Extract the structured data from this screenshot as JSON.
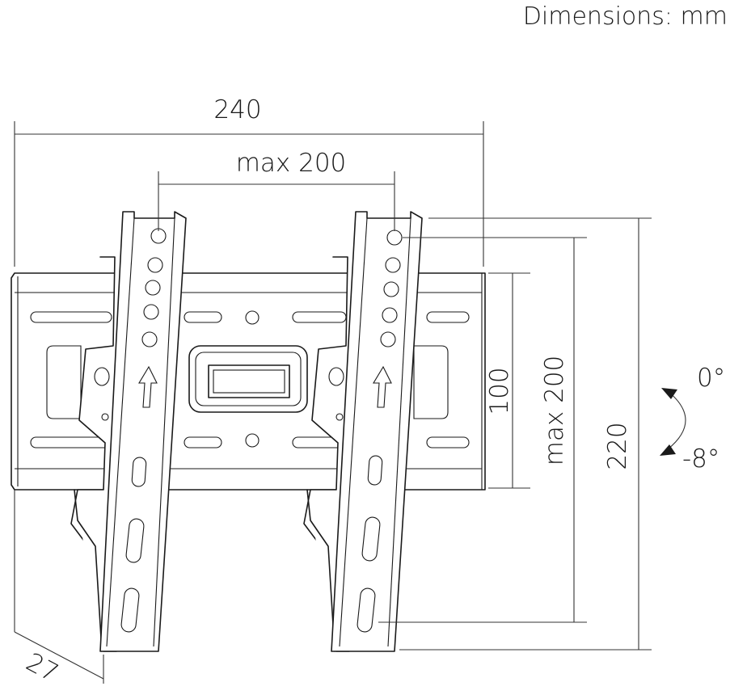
{
  "header": {
    "units_text": "Dimensions: mm"
  },
  "dimensions": {
    "overall_width": "240",
    "vesa_width": "max 200",
    "wall_plate_height": "100",
    "vesa_height": "max 200",
    "overall_height": "220",
    "depth": "27"
  },
  "tilt": {
    "top_angle": "0°",
    "bottom_angle": "-8°"
  }
}
